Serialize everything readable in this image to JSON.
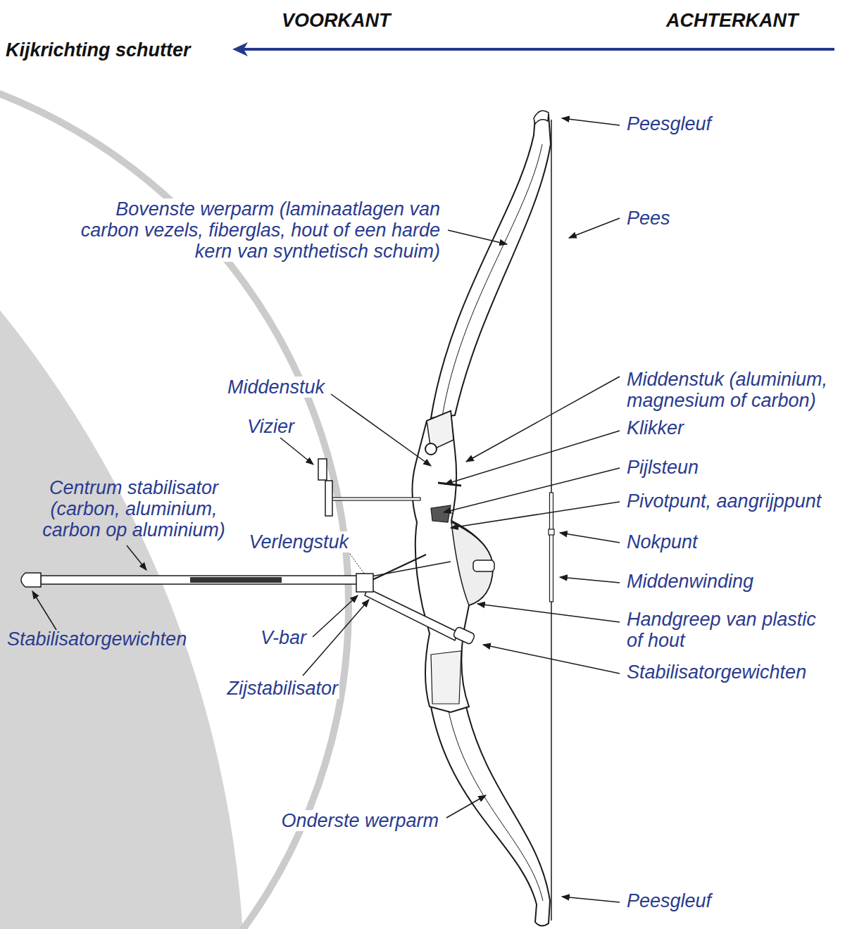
{
  "diagram": {
    "labels": [
      "VOORKANT",
      "ACHTERKANT",
      "Kijkrichting schutter",
      "Peesgleuf",
      "Bovenste werparm (laminaatlagen van carbon vezels, fiberglas, hout of een harde kern van synthetisch schuim)",
      "Pees",
      "Middenstuk",
      "Middenstuk (aluminium, magnesium of carbon)",
      "Vizier",
      "Klikker",
      "Centrum stabilisator (carbon, aluminium, carbon op aluminium)",
      "Pijlsteun",
      "Pivotpunt, aangrijppunt",
      "Verlengstuk",
      "Nokpunt",
      "Middenwinding",
      "Stabilisatorgewichten",
      "V-bar",
      "Handgreep van plastic of hout",
      "Stabilisatorgewichten",
      "Zijstabilisator",
      "Onderste werparm",
      "Peesgleuf"
    ]
  }
}
